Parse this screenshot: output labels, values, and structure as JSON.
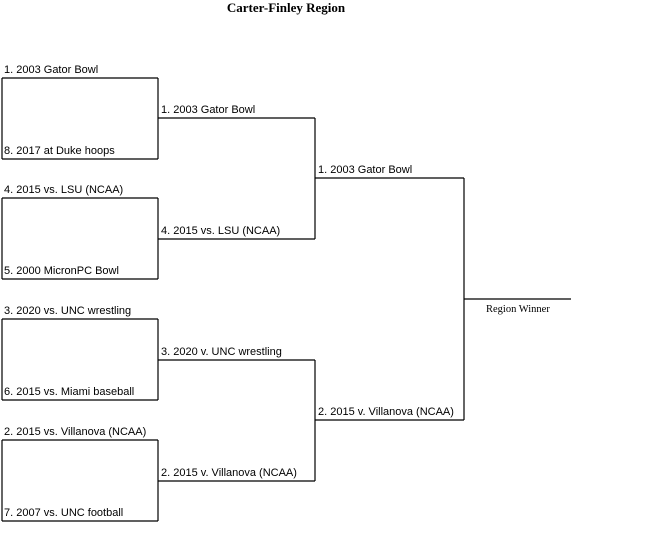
{
  "title": "Carter-Finley Region",
  "round1": [
    "1. 2003 Gator Bowl",
    "8. 2017 at Duke hoops",
    "4. 2015 vs. LSU (NCAA)",
    "5. 2000 MicronPC Bowl",
    "3. 2020 vs. UNC wrestling",
    "6. 2015 vs. Miami baseball",
    "2. 2015 vs. Villanova (NCAA)",
    "7. 2007 vs. UNC football"
  ],
  "round2": [
    "1. 2003 Gator Bowl",
    "4. 2015 vs. LSU (NCAA)",
    "3. 2020 v. UNC wrestling",
    "2. 2015 v. Villanova (NCAA)"
  ],
  "round3": [
    "1. 2003 Gator Bowl",
    "2. 2015 v. Villanova (NCAA)"
  ],
  "winner_label": "Region Winner"
}
